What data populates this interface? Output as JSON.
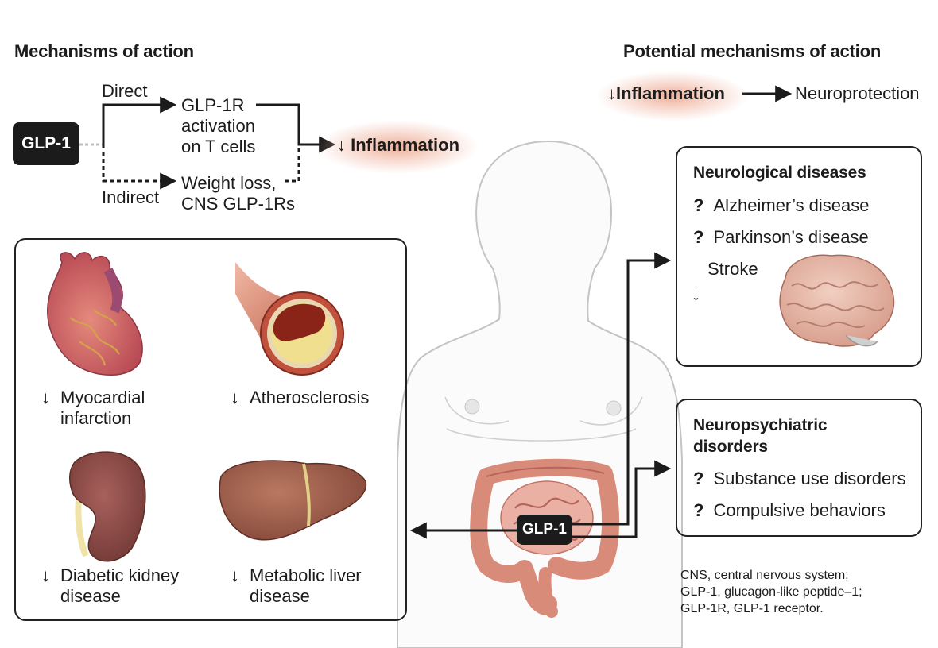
{
  "left": {
    "heading": "Mechanisms of action",
    "glp1_label": "GLP-1",
    "direct_label": "Direct",
    "indirect_label": "Indirect",
    "direct_target": [
      "GLP-1R",
      "activation",
      "on T cells"
    ],
    "indirect_target": [
      "Weight loss,",
      "CNS GLP-1Rs"
    ],
    "outcome_arrow": "↓",
    "outcome": "Inflammation"
  },
  "right": {
    "heading": "Potential mechanisms of action",
    "inflam_arrow": "↓",
    "inflammation": "Inflammation",
    "neuroprotection": "Neuroprotection"
  },
  "organs": {
    "arrow": "↓",
    "mi": [
      "Myocardial",
      "infarction"
    ],
    "atherosclerosis": "Atherosclerosis",
    "kidney": [
      "Diabetic kidney",
      "disease"
    ],
    "liver": [
      "Metabolic liver",
      "disease"
    ]
  },
  "body": {
    "glp1_label": "GLP-1"
  },
  "neuro": {
    "title": "Neurological diseases",
    "q": "?",
    "items": [
      "Alzheimer’s disease",
      "Parkinson’s disease"
    ],
    "stroke": "Stroke",
    "stroke_arrow": "↓"
  },
  "psych": {
    "title": [
      "Neuropsychiatric",
      "disorders"
    ],
    "q": "?",
    "items": [
      "Substance use disorders",
      "Compulsive behaviors"
    ]
  },
  "footnote": [
    "CNS, central nervous system;",
    "GLP-1, glucagon-like peptide–1;",
    "GLP-1R, GLP-1 receptor."
  ],
  "colors": {
    "dark": "#1b1b1b",
    "glow": "#e9967a",
    "body_outline": "#c9c9c9",
    "heart": "#c9506a",
    "liver": "#9b5a45",
    "kidney": "#8a4a48",
    "brain": "#e7b6a6",
    "colon": "#d98b7a"
  }
}
